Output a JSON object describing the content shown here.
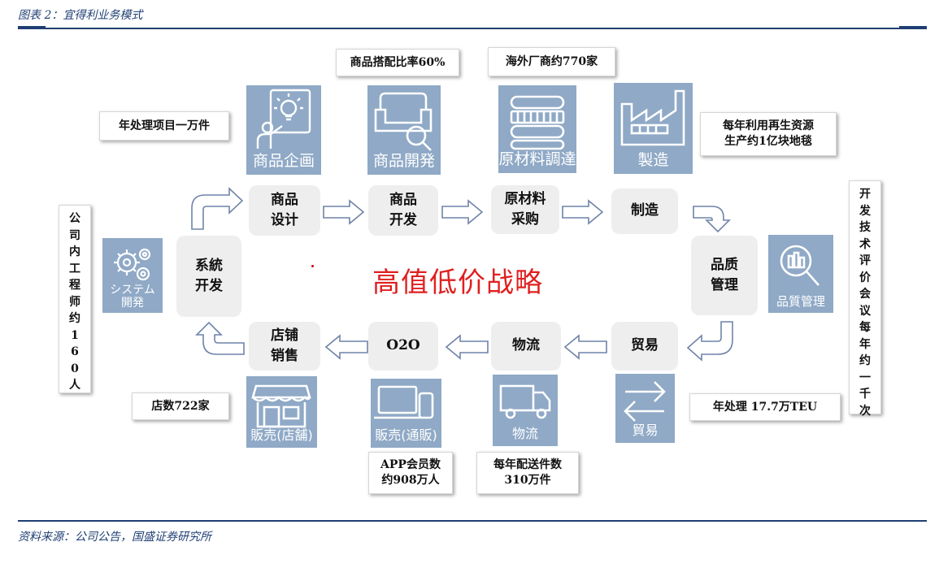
{
  "header": {
    "title": "图表 2：宜得利业务模式"
  },
  "footer": {
    "source": "资料来源：公司公告，国盛证券研究所"
  },
  "center": {
    "strategy": "高值低价战略"
  },
  "flow": {
    "system_dev": "系統\n开发",
    "product_design": "商品\n设计",
    "product_dev": "商品\n开发",
    "material_purchase": "原材料\n采购",
    "manufacturing": "制造",
    "quality": "品质\n管理",
    "trade": "贸易",
    "logistics": "物流",
    "o2o": "O2O",
    "store_sales": "店铺\n销售"
  },
  "icons": {
    "system": {
      "label": "システム\n開発",
      "icon": "gears-icon"
    },
    "planning": {
      "label": "商品企画",
      "icon": "idea-presenter-icon"
    },
    "development": {
      "label": "商品開発",
      "icon": "sofa-search-icon"
    },
    "procurement": {
      "label": "原材料調達",
      "icon": "material-roll-icon"
    },
    "factory": {
      "label": "製造",
      "icon": "factory-icon"
    },
    "quality": {
      "label": "品質管理",
      "icon": "magnifier-chart-icon"
    },
    "trade": {
      "label": "貿易",
      "icon": "exchange-arrows-icon"
    },
    "logistics": {
      "label": "物流",
      "icon": "truck-icon"
    },
    "online": {
      "label": "販売(通販)",
      "icon": "laptop-phone-icon"
    },
    "store": {
      "label": "販売(店舗)",
      "icon": "storefront-icon"
    }
  },
  "notes": {
    "projects": "年处理项目一万件",
    "match_rate": "商品搭配比率60%",
    "overseas": "海外厂商约770家",
    "recycle": "每年利用再生资源\n生产约1亿块地毯",
    "engineers": "公司内工程师约160人",
    "tech_meeting": "开发技术评价会议每年约一千次",
    "teu": "年处理 17.7万TEU",
    "stores": "店数722家",
    "members": "APP会员数\n约908万人",
    "deliveries": "每年配送件数\n310万件"
  },
  "colors": {
    "icon_bg": "#8fa9c6",
    "box_bg": "#eeeeee",
    "strategy": "#e02020",
    "rule": "#1f3f73"
  }
}
